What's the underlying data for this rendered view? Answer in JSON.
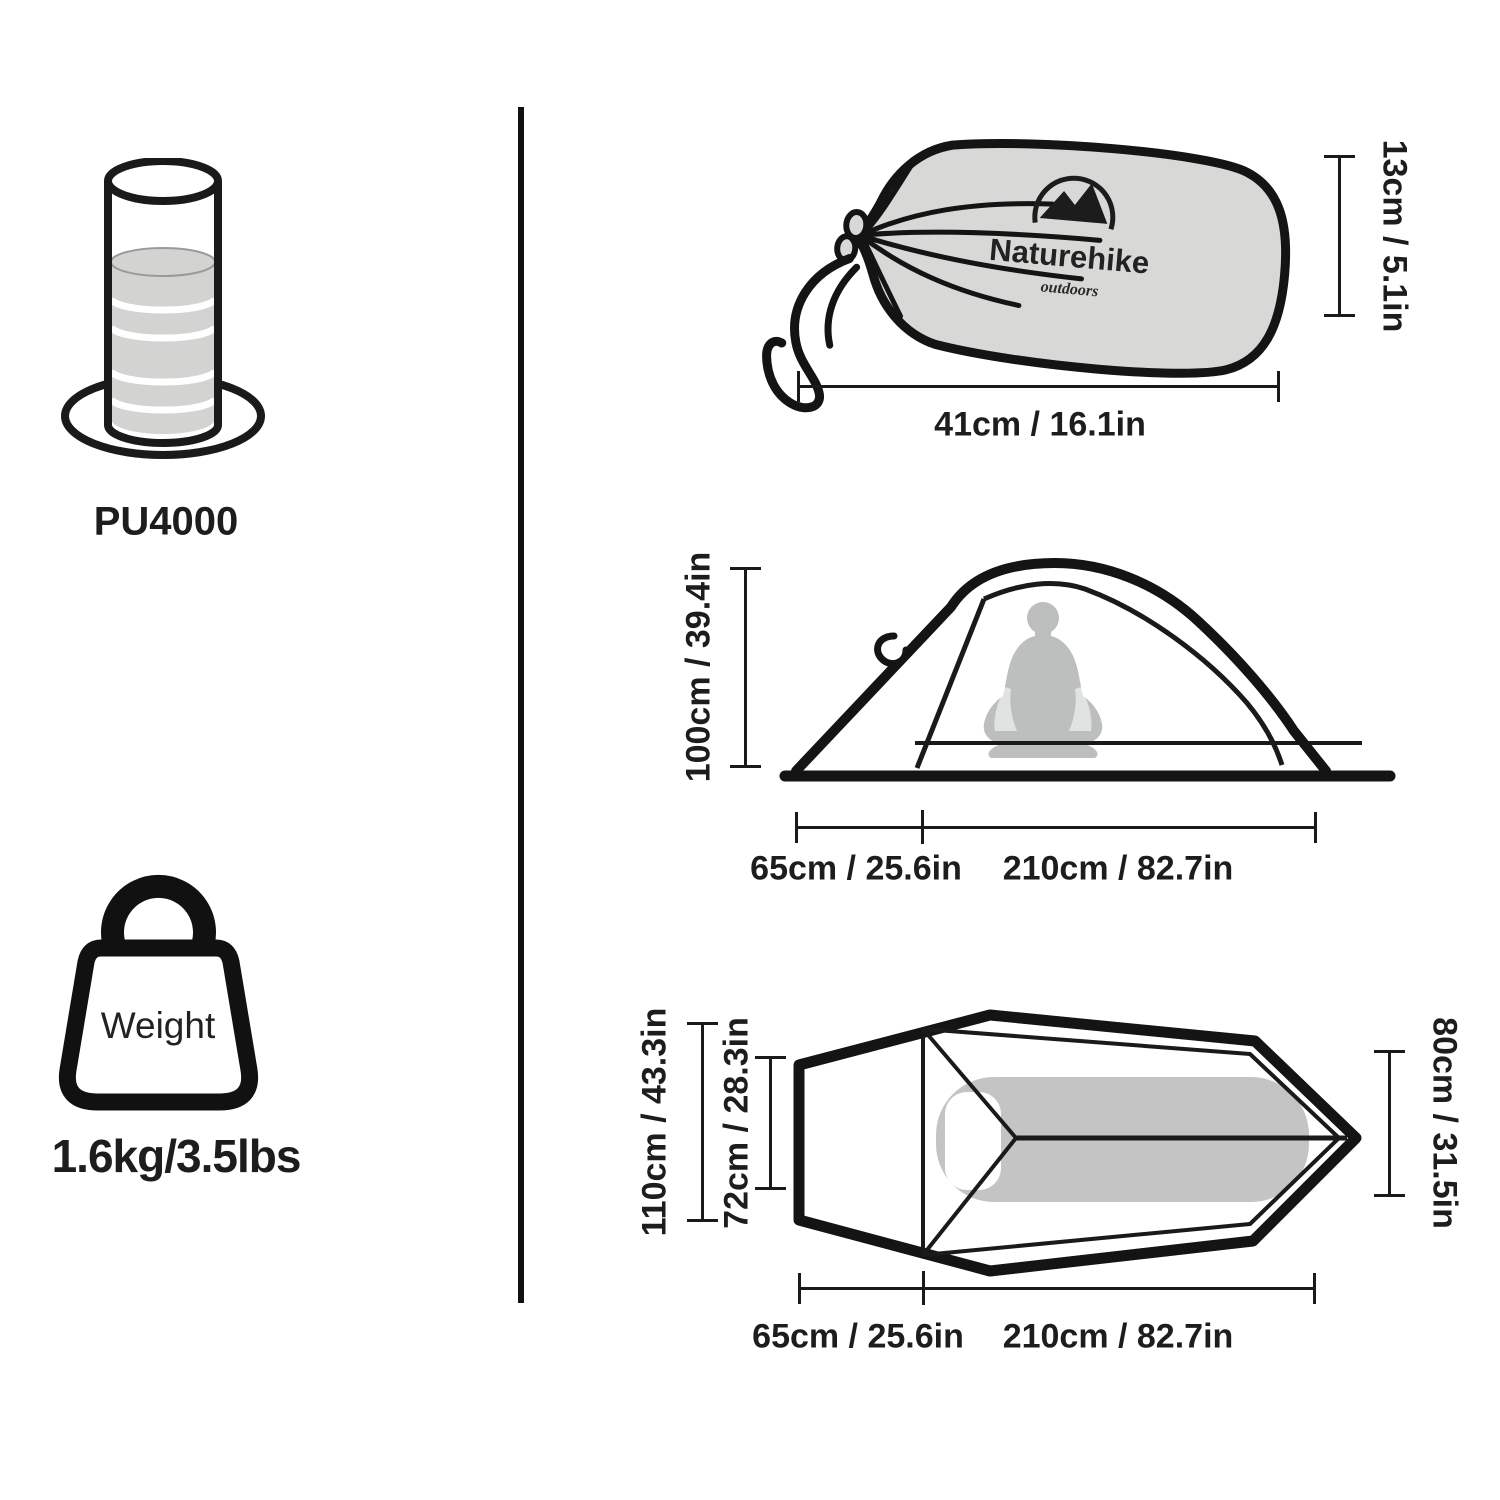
{
  "palette": {
    "line": "#1a1a1a",
    "bag_fill": "#d8d8d6",
    "pad_gray": "#c4c4c4",
    "person_gray": "#bdbfbf",
    "water_gray": "#d3d3d1"
  },
  "left_panel": {
    "waterproof_rating": "PU4000",
    "weight_icon_label": "Weight",
    "weight_value": "1.6kg/3.5lbs"
  },
  "stuff_sack": {
    "brand": "Naturehike",
    "brand_sub": "outdoors",
    "height": "13cm / 5.1in",
    "length": "41cm / 16.1in"
  },
  "side_view": {
    "height": "100cm / 39.4in",
    "vestibule_length": "65cm / 25.6in",
    "body_length": "210cm / 82.7in"
  },
  "top_view": {
    "outer_width": "110cm / 43.3in",
    "inner_width": "72cm / 28.3in",
    "foot_width": "80cm / 31.5in",
    "vestibule_length": "65cm / 25.6in",
    "body_length": "210cm / 82.7in"
  }
}
